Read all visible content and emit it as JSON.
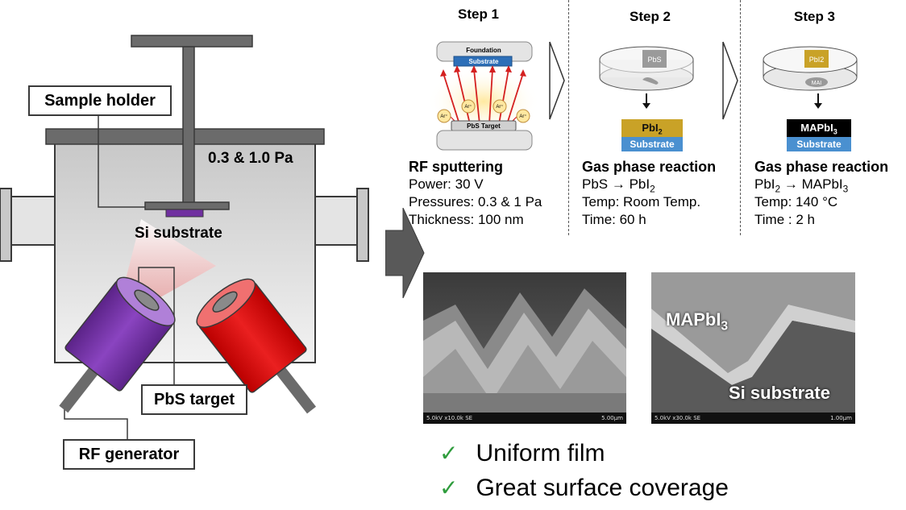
{
  "chamber": {
    "pressure_label": "0.3 & 1.0 Pa",
    "sample_holder_label": "Sample holder",
    "si_substrate_label": "Si substrate",
    "pbs_target_label": "PbS target",
    "rf_generator_label": "RF generator"
  },
  "steps": [
    {
      "title": "Step 1",
      "heading": "RF sputtering",
      "lines": [
        "Power: 30 V",
        "Pressures: 0.3 & 1 Pa",
        "Thickness: 100 nm"
      ],
      "illustration": {
        "foundation": "Foundation",
        "substrate": "Substrate",
        "target": "PbS Target",
        "ion": "Ar⁺"
      }
    },
    {
      "title": "Step 2",
      "heading": "Gas phase reaction",
      "line1_pre": "PbS → PbI",
      "line1_sub": "2",
      "lines": [
        "Temp: Room Temp.",
        "Time: 60 h"
      ],
      "illustration": {
        "dish_label": "PbS",
        "product": "PbI",
        "product_sub": "2",
        "substrate": "Substrate"
      }
    },
    {
      "title": "Step 3",
      "heading": "Gas phase reaction",
      "line1_pre": "PbI",
      "line1_sub": "2",
      "line1_post": " → MAPbI",
      "line1_sub2": "3",
      "lines": [
        "Temp: 140 °C",
        "Time : 2 h"
      ],
      "illustration": {
        "dish_label": "PbI2",
        "source": "MAI",
        "product": "MAPbI",
        "product_sub": "3",
        "substrate": "Substrate"
      }
    }
  ],
  "sem_images": [
    {
      "scale_left": "5.0kV x10.0k SE",
      "scale_right": "5.00μm"
    },
    {
      "scale_left": "5.0kV x30.0k SE",
      "scale_right": "1.00μm",
      "label_top": "MAPbI",
      "label_top_sub": "3",
      "label_bottom": "Si substrate"
    }
  ],
  "results": [
    "Uniform film",
    "Great surface coverage"
  ],
  "colors": {
    "purple_gun": "#7030a0",
    "red_gun": "#d91616",
    "substrate_blue": "#4a90d0",
    "pbi2_gold": "#c9a227",
    "check_green": "#2e9c3c"
  }
}
